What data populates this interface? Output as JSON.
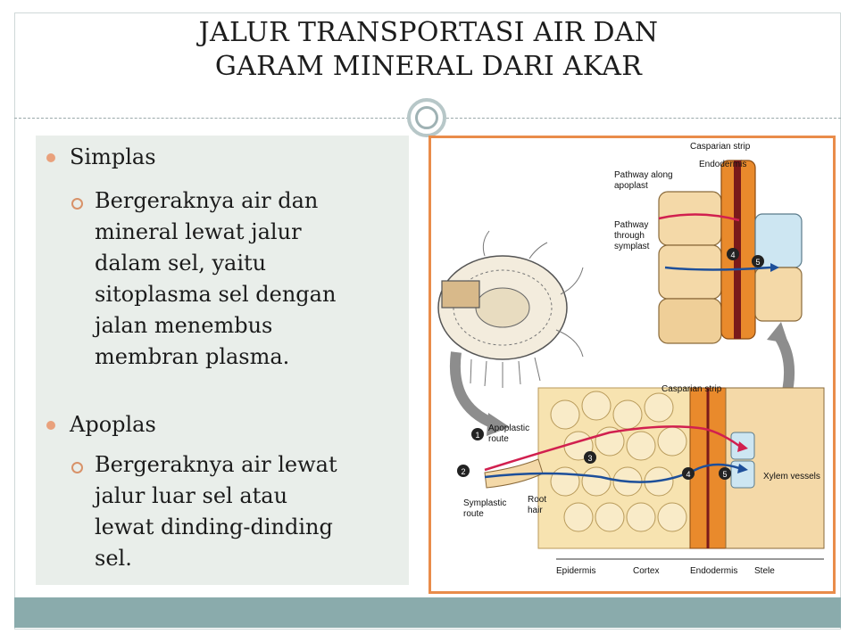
{
  "title_line1": "JALUR TRANSPORTASI AIR DAN",
  "title_line2": "GARAM MINERAL DARI AKAR",
  "bullets": [
    {
      "label": "Simplas",
      "sub_lines": [
        "Bergeraknya air dan",
        "mineral lewat jalur",
        "dalam sel, yaitu",
        "sitoplasma sel dengan",
        "jalan menembus",
        "membran plasma."
      ]
    },
    {
      "label": "Apoplas",
      "sub_lines": [
        "Bergeraknya air lewat",
        "jalur luar sel atau",
        "lewat dinding-dinding",
        "sel."
      ]
    }
  ],
  "figure": {
    "labels": {
      "casparian_strip_top": "Casparian strip",
      "endodermis_top": "Endodermis",
      "pathway_apoplast_1": "Pathway along",
      "pathway_apoplast_2": "apoplast",
      "pathway_symplast_1": "Pathway",
      "pathway_symplast_2": "through",
      "pathway_symplast_3": "symplast",
      "casparian_strip_bottom": "Casparian strip",
      "apoplastic_route_1": "Apoplastic",
      "apoplastic_route_2": "route",
      "symplastic_route_1": "Symplastic",
      "symplastic_route_2": "route",
      "root_hair_1": "Root",
      "root_hair_2": "hair",
      "xylem_vessels": "Xylem vessels",
      "epidermis": "Epidermis",
      "cortex": "Cortex",
      "endodermis_bottom": "Endodermis",
      "stele": "Stele"
    },
    "numbers": [
      "1",
      "2",
      "3",
      "4",
      "5",
      "4",
      "5"
    ],
    "colors": {
      "apoplast_path": "#d1204f",
      "symplast_path": "#1d4f9a",
      "endodermis": "#e98a2c",
      "cell_fill": "#f7e3b0",
      "frame": "#e98c4a"
    }
  },
  "theme": {
    "bullet_color": "#e9a17c",
    "panel_color": "#e9eeea",
    "bar_color": "#8aabac"
  }
}
